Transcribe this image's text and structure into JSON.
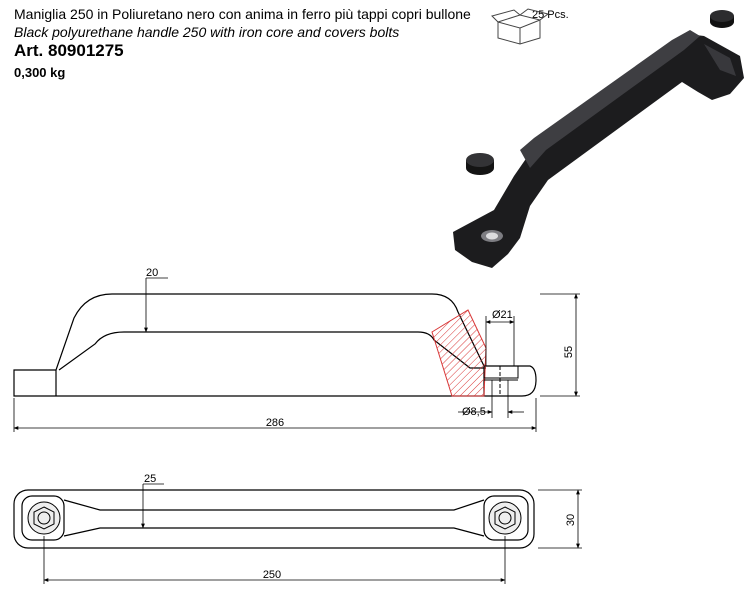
{
  "header": {
    "title_it": "Maniglia 250 in Poliuretano nero con anima in ferro più tappi copri bullone",
    "title_en": "Black polyurethane handle 250 with iron core and covers bolts",
    "article": "Art. 80901275",
    "weight": "0,300 kg"
  },
  "packaging": {
    "quantity": "25 Pcs.",
    "icon": "box-icon"
  },
  "side_view": {
    "thickness": "20",
    "hole_large": "Ø21",
    "height": "55",
    "hole_small": "Ø8,5",
    "length": "286"
  },
  "top_view": {
    "width": "25",
    "height": "30",
    "length": "250"
  },
  "colors": {
    "line": "#000000",
    "hatch": "#d93838",
    "product": "#1c1c1e"
  }
}
